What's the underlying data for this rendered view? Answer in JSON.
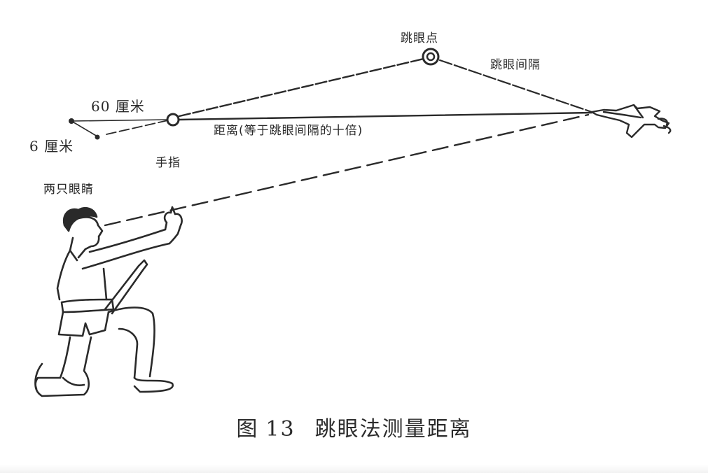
{
  "figure": {
    "caption_prefix": "图",
    "caption_number": "13",
    "caption_title": "跳眼法测量距离"
  },
  "labels": {
    "jump_point": "跳眼点",
    "jump_interval": "跳眼间隔",
    "arm_length": "60 厘米",
    "eye_distance": "6 厘米",
    "finger": "手指",
    "both_eyes": "两只眼睛",
    "distance": "距离(等于跳眼间隔的十倍)"
  },
  "icons": {
    "target": "jet-aircraft-icon",
    "jump_point_marker": "double-circle-marker",
    "finger_marker": "open-circle-marker",
    "eye_markers": "dot-markers",
    "figure": "kneeling-soldier-illustration"
  },
  "colors": {
    "ink": "#2a2a2a",
    "background": "#ffffff"
  }
}
